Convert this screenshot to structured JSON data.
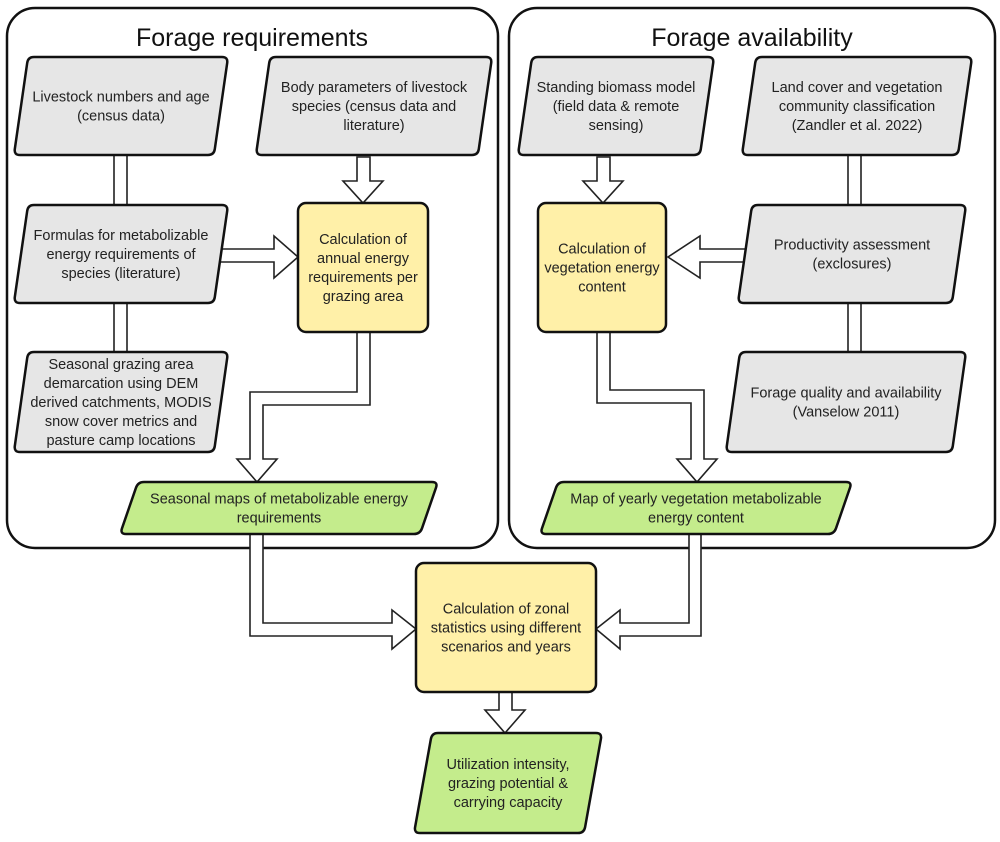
{
  "panels": {
    "requirements": {
      "title": "Forage requirements"
    },
    "availability": {
      "title": "Forage availability"
    }
  },
  "nodes": {
    "livestock_numbers": {
      "type": "data",
      "lines": [
        "Livestock numbers and age",
        "(census data)"
      ]
    },
    "body_parameters": {
      "type": "data",
      "lines": [
        "Body parameters of livestock",
        "species (census data and",
        "literature)"
      ]
    },
    "formulas": {
      "type": "data",
      "lines": [
        "Formulas for metabolizable",
        "energy requirements of",
        "species (literature)"
      ]
    },
    "annual_energy": {
      "type": "process",
      "lines": [
        "Calculation of",
        "annual energy",
        "requirements per",
        "grazing area"
      ]
    },
    "seasonal_grazing": {
      "type": "data",
      "lines": [
        "Seasonal grazing area",
        "demarcation using DEM",
        "derived catchments, MODIS",
        "snow cover metrics and",
        "pasture camp locations"
      ]
    },
    "seasonal_maps": {
      "type": "output",
      "lines": [
        "Seasonal maps of metabolizable energy",
        "requirements"
      ]
    },
    "standing_biomass": {
      "type": "data",
      "lines": [
        "Standing biomass model",
        "(field data & remote",
        "sensing)"
      ]
    },
    "land_cover": {
      "type": "data",
      "lines": [
        "Land cover and vegetation",
        "community classification",
        "(Zandler et al. 2022)"
      ]
    },
    "vegetation_energy": {
      "type": "process",
      "lines": [
        "Calculation of",
        "vegetation energy",
        "content"
      ]
    },
    "productivity": {
      "type": "data",
      "lines": [
        "Productivity assessment",
        "(exclosures)"
      ]
    },
    "forage_quality": {
      "type": "data",
      "lines": [
        "Forage quality and availability",
        "(Vanselow 2011)"
      ]
    },
    "yearly_map": {
      "type": "output",
      "lines": [
        "Map of yearly vegetation metabolizable",
        "energy content"
      ]
    },
    "zonal_stats": {
      "type": "process",
      "lines": [
        "Calculation of zonal",
        "statistics using different",
        "scenarios and years"
      ]
    },
    "utilization": {
      "type": "output",
      "lines": [
        "Utilization intensity,",
        "grazing potential &",
        "carrying capacity"
      ]
    }
  },
  "colors": {
    "data": "#e6e6e6",
    "process": "#fff0a8",
    "output": "#c4ec8c",
    "stroke": "#111111"
  },
  "edges": [
    {
      "from": "body_parameters",
      "to": "annual_energy",
      "kind": "arrow"
    },
    {
      "from": "formulas",
      "to": "annual_energy",
      "kind": "arrow"
    },
    {
      "from": "livestock_numbers",
      "to": "formulas",
      "kind": "link"
    },
    {
      "from": "formulas",
      "to": "seasonal_grazing",
      "kind": "link"
    },
    {
      "from": "annual_energy",
      "to": "seasonal_maps",
      "kind": "arrow"
    },
    {
      "from": "standing_biomass",
      "to": "vegetation_energy",
      "kind": "arrow"
    },
    {
      "from": "productivity",
      "to": "vegetation_energy",
      "kind": "arrow"
    },
    {
      "from": "land_cover",
      "to": "productivity",
      "kind": "link"
    },
    {
      "from": "productivity",
      "to": "forage_quality",
      "kind": "link"
    },
    {
      "from": "vegetation_energy",
      "to": "yearly_map",
      "kind": "arrow"
    },
    {
      "from": "seasonal_maps",
      "to": "zonal_stats",
      "kind": "arrow"
    },
    {
      "from": "yearly_map",
      "to": "zonal_stats",
      "kind": "arrow"
    },
    {
      "from": "zonal_stats",
      "to": "utilization",
      "kind": "arrow"
    }
  ]
}
